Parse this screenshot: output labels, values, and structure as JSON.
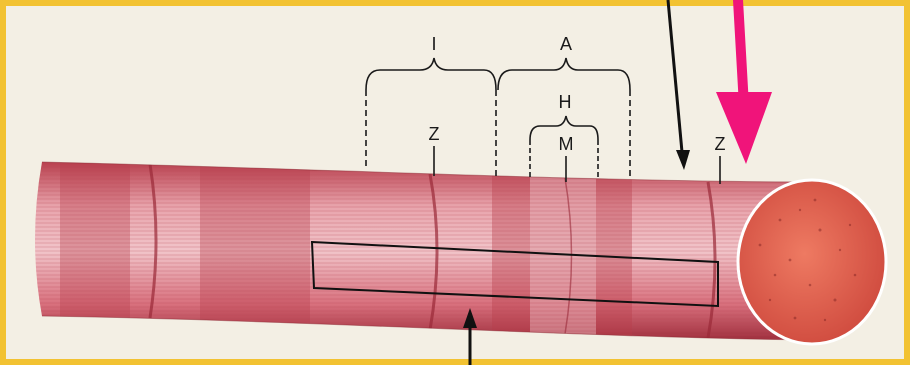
{
  "labels": {
    "i_band": "I",
    "a_band": "A",
    "h_zone": "H",
    "m_line": "M",
    "z_line_left": "Z",
    "z_line_right": "Z"
  },
  "colors": {
    "frame": "#f2c232",
    "background": "#f3efe4",
    "fiber_light": "#e7a6ad",
    "fiber_dark": "#c94a5a",
    "cross_section": "#e05a4a",
    "highlight_arrow": "#f0147a",
    "lines": "#1a1a1a"
  }
}
